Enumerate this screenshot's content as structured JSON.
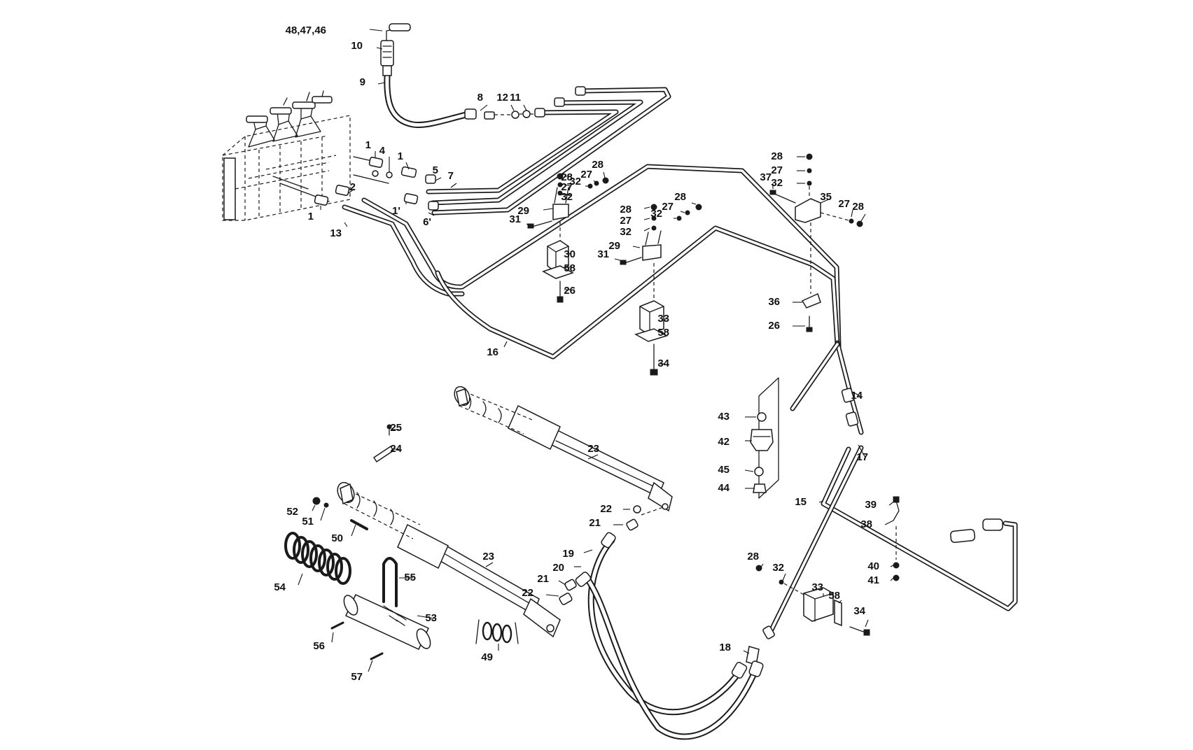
{
  "colors": {
    "line": "#1a1a1a",
    "background": "#ffffff"
  },
  "callouts": [
    "48,47,46",
    "10",
    "9",
    "8",
    "12",
    "11",
    "1",
    "4",
    "1",
    "5",
    "7",
    "2",
    "1",
    "1'",
    "6'",
    "13",
    "28",
    "27",
    "32",
    "32",
    "27",
    "28",
    "29",
    "31",
    "30",
    "58",
    "26",
    "28",
    "27",
    "32",
    "32",
    "27",
    "28",
    "29",
    "31",
    "33",
    "58",
    "34",
    "16",
    "28",
    "27",
    "32",
    "37",
    "35",
    "27",
    "28",
    "36",
    "26",
    "14",
    "17",
    "15",
    "43",
    "42",
    "45",
    "44",
    "25",
    "24",
    "23",
    "23",
    "22",
    "21",
    "19",
    "20",
    "21",
    "22",
    "52",
    "51",
    "50",
    "54",
    "55",
    "53",
    "56",
    "57",
    "49",
    "39",
    "38",
    "40",
    "41",
    "28",
    "32",
    "33",
    "58",
    "34",
    "18"
  ]
}
